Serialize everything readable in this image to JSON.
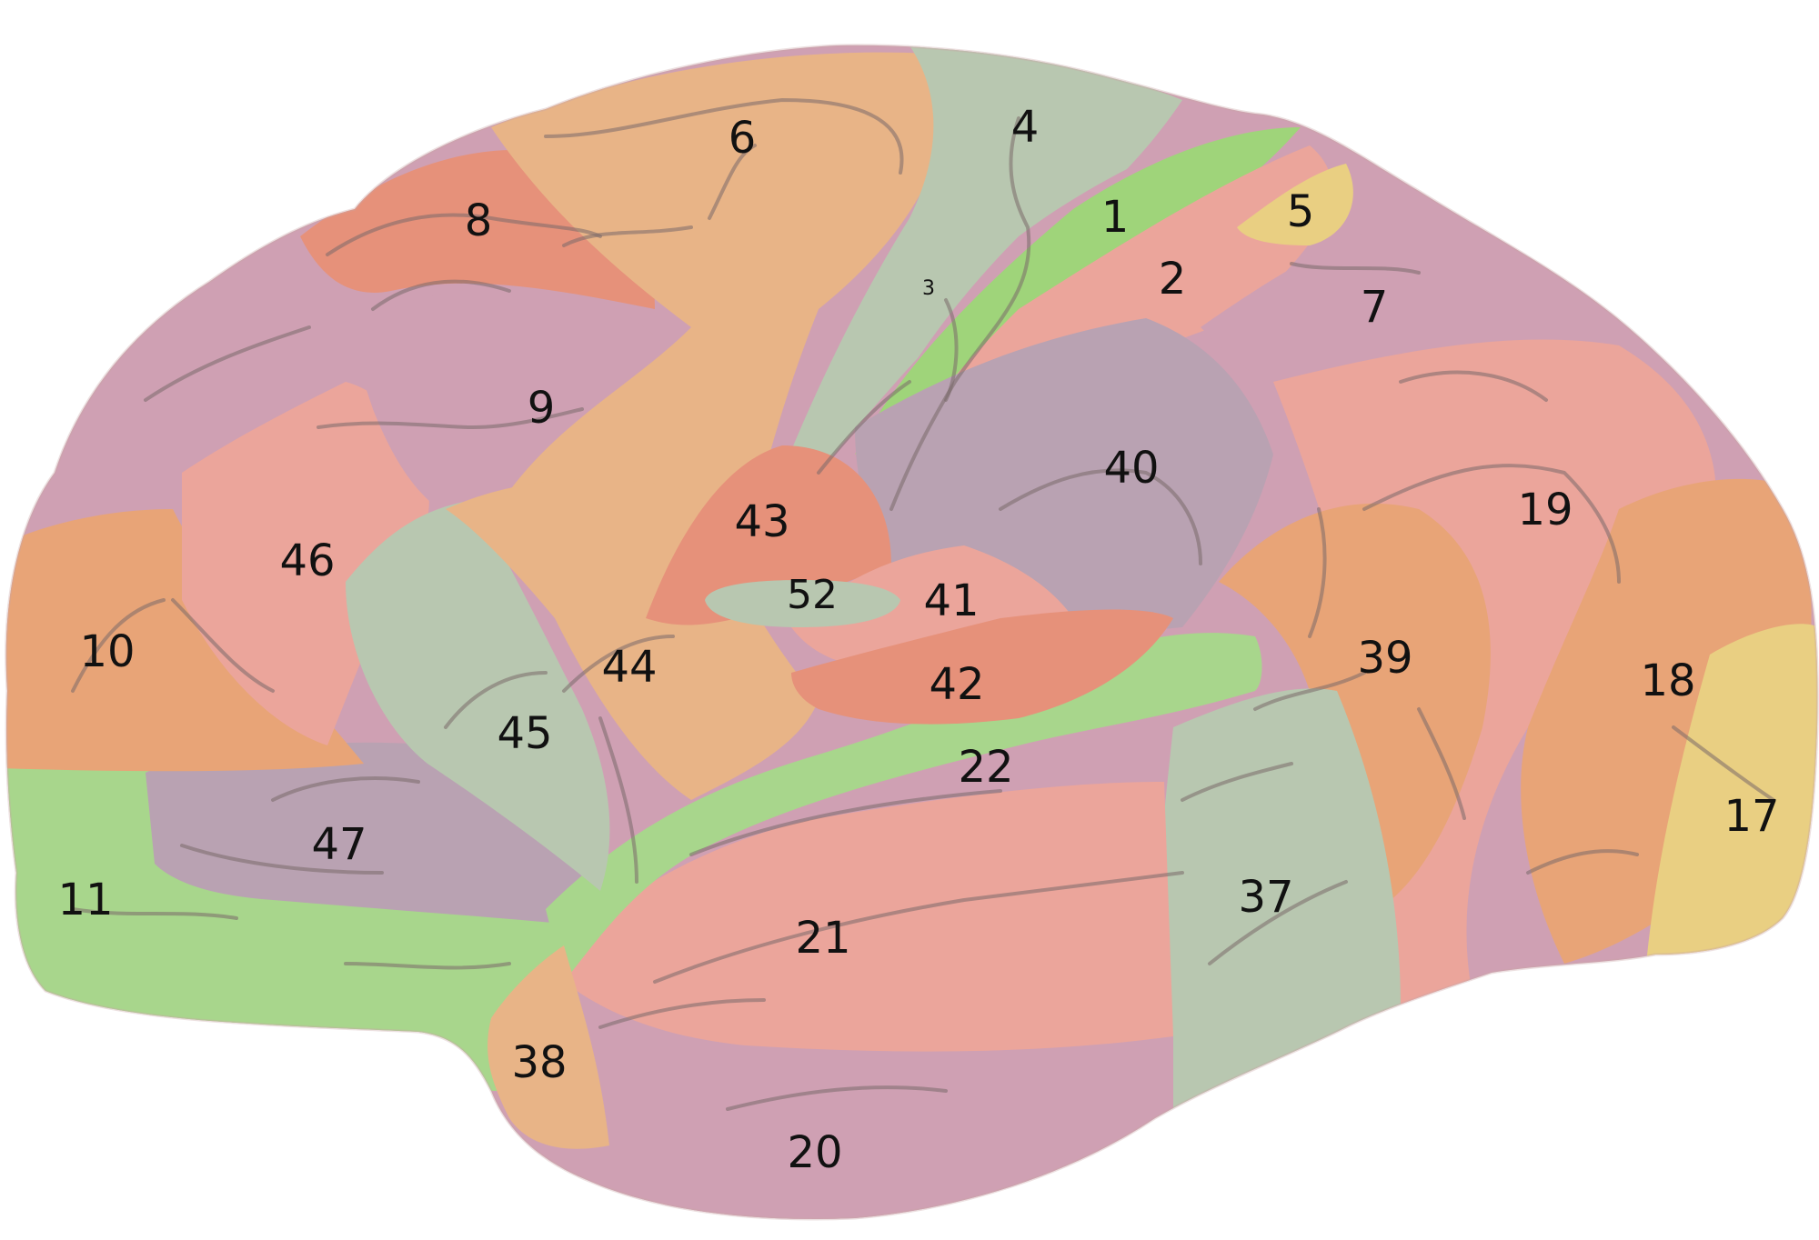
{
  "palette": {
    "green": "#a8d68c",
    "bright_green": "#9fd47a",
    "sage": "#b8c7b0",
    "salmon": "#eba59b",
    "orange": "#e8a477",
    "peach": "#e8b487",
    "coral": "#e6917a",
    "mauve": "#cfa0b3",
    "lavender": "#b9a2b2",
    "yellow": "#e9cf82"
  },
  "areas": [
    {
      "label": "1"
    },
    {
      "label": "2"
    },
    {
      "label": "3"
    },
    {
      "label": "4"
    },
    {
      "label": "5"
    },
    {
      "label": "6"
    },
    {
      "label": "7"
    },
    {
      "label": "8"
    },
    {
      "label": "9"
    },
    {
      "label": "10"
    },
    {
      "label": "11"
    },
    {
      "label": "17"
    },
    {
      "label": "18"
    },
    {
      "label": "19"
    },
    {
      "label": "20"
    },
    {
      "label": "21"
    },
    {
      "label": "22"
    },
    {
      "label": "37"
    },
    {
      "label": "38"
    },
    {
      "label": "39"
    },
    {
      "label": "40"
    },
    {
      "label": "41"
    },
    {
      "label": "42"
    },
    {
      "label": "43"
    },
    {
      "label": "44"
    },
    {
      "label": "45"
    },
    {
      "label": "46"
    },
    {
      "label": "47"
    },
    {
      "label": "52"
    }
  ]
}
